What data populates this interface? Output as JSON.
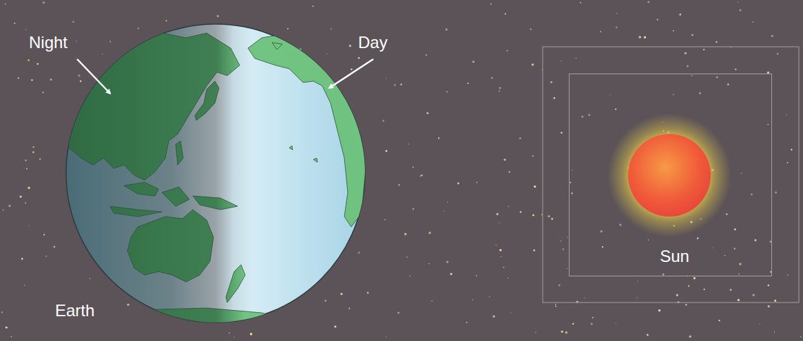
{
  "diagram": {
    "nodes": [
      {
        "text": [
          "Sun"
        ]
      }
    ],
    "labels": [
      "Night",
      "Day",
      "Earth"
    ]
  }
}
